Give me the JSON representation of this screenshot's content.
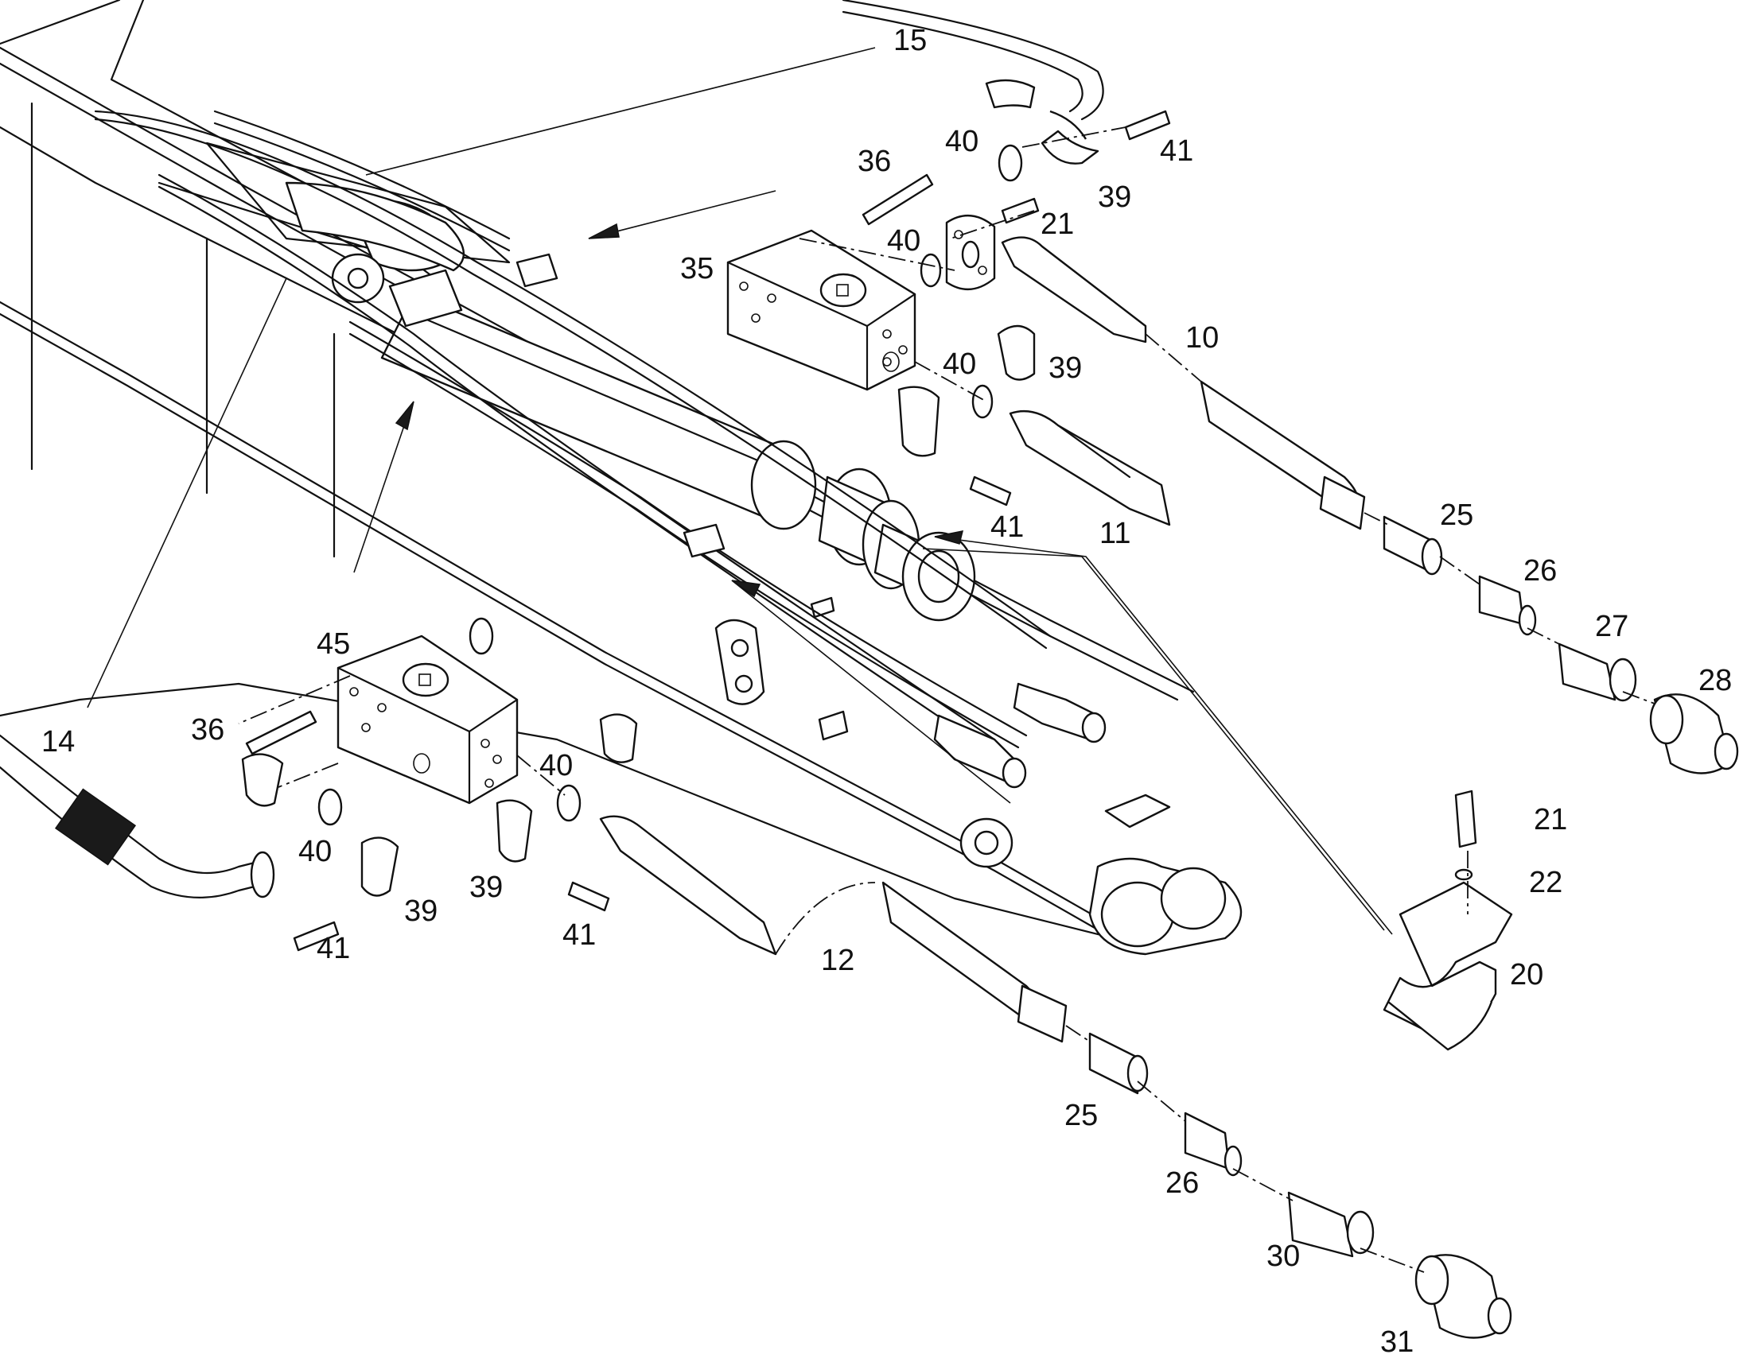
{
  "diagram": {
    "callouts": {
      "c15": "15",
      "c40a": "40",
      "c41a": "41",
      "c36a": "36",
      "c39a": "39",
      "c40b": "40",
      "c21a": "21",
      "c35": "35",
      "c10": "10",
      "c40c": "40",
      "c39b": "39",
      "c41b": "41",
      "c11": "11",
      "c25a": "25",
      "c26a": "26",
      "c27": "27",
      "c28": "28",
      "c45": "45",
      "c14": "14",
      "c36b": "36",
      "c40d": "40",
      "c40e": "40",
      "c39c": "39",
      "c41c": "41",
      "c39d": "39",
      "c41d": "41",
      "c12": "12",
      "c21b": "21",
      "c22": "22",
      "c20": "20",
      "c25b": "25",
      "c26b": "26",
      "c30": "30",
      "c31": "31"
    }
  }
}
